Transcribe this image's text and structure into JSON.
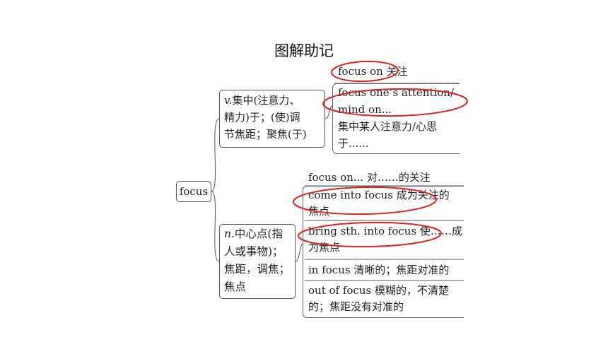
{
  "title": "图解助记",
  "root": {
    "label": "focus"
  },
  "verb": {
    "lines": [
      "v.集中(注意力、",
      "精力)于；(使)调",
      "节焦距；聚焦(于)"
    ]
  },
  "verb_items": {
    "a": {
      "lines": [
        "focus on 关注"
      ]
    },
    "b": {
      "lines": [
        "focus one’s attention/",
        "mind on...",
        "集中某人注意力/心思",
        "于......"
      ]
    }
  },
  "noun": {
    "lines": [
      "n.中心点(指",
      "人或事物)；",
      "焦距，调焦；",
      "焦点"
    ]
  },
  "noun_items": {
    "a": {
      "lines": [
        "focus on... 对……的关注"
      ]
    },
    "b": {
      "lines": [
        "come into focus 成为关注的",
        "焦点"
      ]
    },
    "c": {
      "lines": [
        "bring sth. into focus 使……成",
        "为焦点"
      ]
    },
    "d": {
      "lines": [
        "in focus 清晰的；焦距对准的"
      ]
    },
    "e": {
      "lines": [
        "out of focus 模糊的，不清楚",
        "的；焦距没有对准的"
      ]
    }
  },
  "colors": {
    "highlight": "#e0201e",
    "line": "#555555"
  }
}
